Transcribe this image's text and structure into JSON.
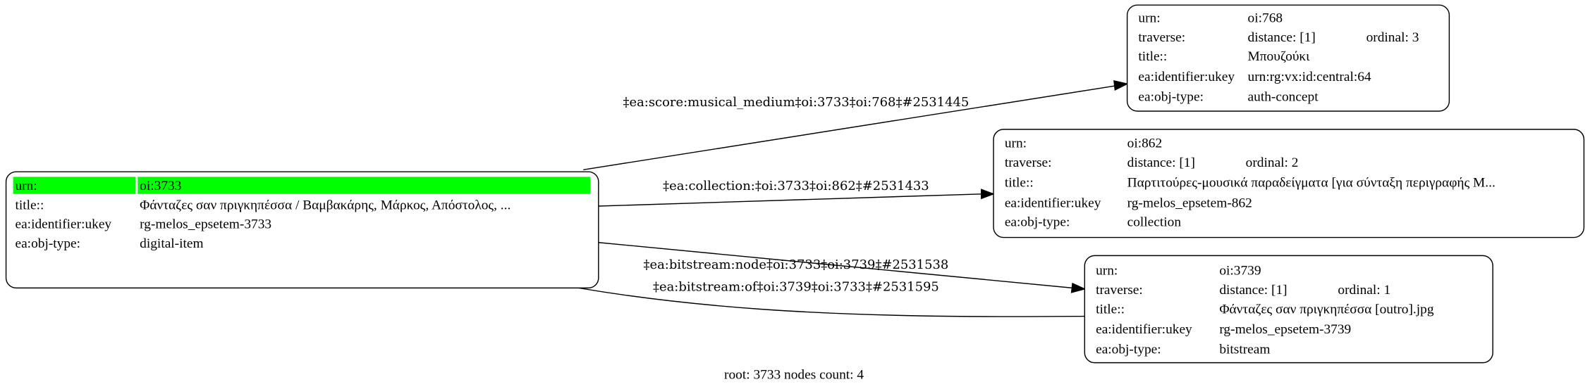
{
  "graph": {
    "caption": "root: 3733 nodes count: 4",
    "highlight_color": "#00ff00",
    "root": {
      "urn_label": "urn:",
      "urn": "oi:3733",
      "title_label": "title::",
      "title": "Φάνταζες σαν πριγκηπέσσα / Βαμβακάρης, Μάρκος, Απόστολος, ...",
      "ukey_label": "ea:identifier:ukey",
      "ukey": "rg-melos_epsetem-3733",
      "type_label": "ea:obj-type:",
      "type": "digital-item"
    },
    "nodes": [
      {
        "urn_label": "urn:",
        "urn": "oi:768",
        "traverse_label": "traverse:",
        "distance": "distance: [1]",
        "ordinal": "ordinal: 3",
        "title_label": "title::",
        "title": "Μπουζούκι",
        "ukey_label": "ea:identifier:ukey",
        "ukey": "urn:rg:vx:id:central:64",
        "type_label": "ea:obj-type:",
        "type": "auth-concept"
      },
      {
        "urn_label": "urn:",
        "urn": "oi:862",
        "traverse_label": "traverse:",
        "distance": "distance: [1]",
        "ordinal": "ordinal: 2",
        "title_label": "title::",
        "title": "Παρτιτούρες-μουσικά παραδείγματα [για σύνταξη περιγραφής Μ...",
        "ukey_label": "ea:identifier:ukey",
        "ukey": "rg-melos_epsetem-862",
        "type_label": "ea:obj-type:",
        "type": "collection"
      },
      {
        "urn_label": "urn:",
        "urn": "oi:3739",
        "traverse_label": "traverse:",
        "distance": "distance: [1]",
        "ordinal": "ordinal: 1",
        "title_label": "title::",
        "title": "Φάνταζες σαν πριγκηπέσσα [outro].jpg",
        "ukey_label": "ea:identifier:ukey",
        "ukey": "rg-melos_epsetem-3739",
        "type_label": "ea:obj-type:",
        "type": "bitstream"
      }
    ],
    "edges": [
      {
        "label": "‡ea:score:musical_medium‡oi:3733‡oi:768‡#2531445"
      },
      {
        "label": "‡ea:collection:‡oi:3733‡oi:862‡#2531433"
      },
      {
        "label": "‡ea:bitstream:node‡oi:3733‡oi:3739‡#2531538"
      },
      {
        "label": "‡ea:bitstream:of‡oi:3739‡oi:3733‡#2531595"
      }
    ]
  }
}
